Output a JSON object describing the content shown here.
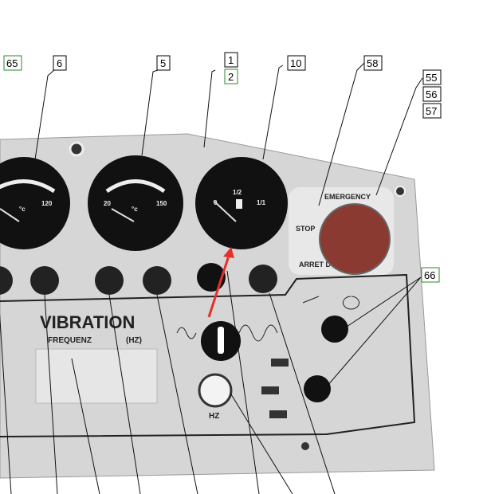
{
  "callouts": {
    "c65": "65",
    "c6": "6",
    "c5": "5",
    "c1": "1",
    "c2": "2",
    "c10": "10",
    "c58": "58",
    "c55": "55",
    "c56": "56",
    "c57": "57",
    "c66": "66"
  },
  "gauges": {
    "coolant": {
      "max": "120",
      "unit": "°c"
    },
    "oil_temp": {
      "min": "20",
      "max": "150",
      "unit": "°c"
    },
    "fuel": {
      "empty": "0",
      "half": "1/2",
      "full": "1/1"
    }
  },
  "panel": {
    "vibration": "VIBRATION",
    "frequenz": "FREQUENZ",
    "hz_unit": "(HZ)",
    "hz_button": "HZ"
  },
  "emergency": {
    "title": "EMERGENCY",
    "stop": "STOP",
    "arret": "ARRET D"
  },
  "colors": {
    "callout_border_green": "#2a8a2a",
    "arrow_red": "#e5302a",
    "stop_button": "#8a3a30"
  }
}
